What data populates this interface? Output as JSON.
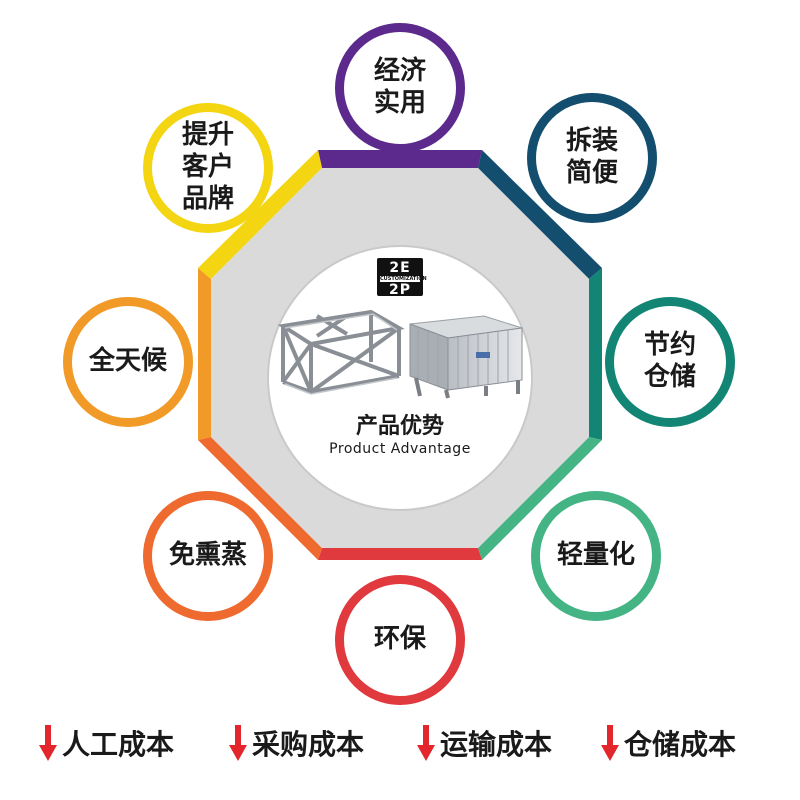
{
  "center": {
    "logo_line1": "2E",
    "logo_line2": "CUSTOMIZATION",
    "logo_line3": "2P",
    "title": "产品优势",
    "subtitle": "Product Advantage"
  },
  "advantages": [
    {
      "label": "经济\n实用",
      "color": "#5b2a8c"
    },
    {
      "label": "拆装\n简便",
      "color": "#134e6f"
    },
    {
      "label": "节约\n仓储",
      "color": "#128575"
    },
    {
      "label": "轻量化",
      "color": "#45b484"
    },
    {
      "label": "环保",
      "color": "#e03a3f"
    },
    {
      "label": "免熏蒸",
      "color": "#ef6a2f"
    },
    {
      "label": "全天候",
      "color": "#f29a27"
    },
    {
      "label": "提升\n客户\n品牌",
      "color": "#f4d512"
    }
  ],
  "cost_reductions": [
    {
      "label": "人工成本",
      "arrow_icon": "down-arrow-icon"
    },
    {
      "label": "采购成本",
      "arrow_icon": "down-arrow-icon"
    },
    {
      "label": "运输成本",
      "arrow_icon": "down-arrow-icon"
    },
    {
      "label": "仓储成本",
      "arrow_icon": "down-arrow-icon"
    }
  ],
  "colors": {
    "octagon_fill": "#dadada",
    "arrow_red": "#e2262b"
  }
}
